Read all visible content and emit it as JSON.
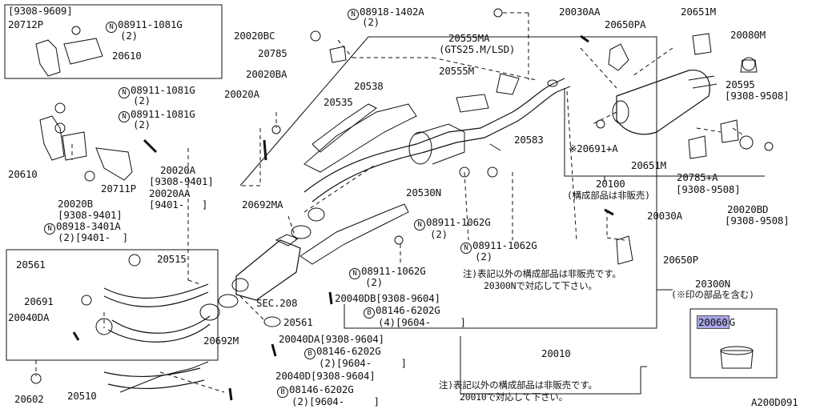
{
  "labels": {
    "l_9308_9609": "[9308-9609]",
    "l_20712P": "20712P",
    "l_08911_1081G_a": "08911-1081G",
    "l_2_a": "(2)",
    "l_20610_a": "20610",
    "l_08911_1081G_b": "08911-1081G",
    "l_2_b": "(2)",
    "l_08911_1081G_c": "08911-1081G",
    "l_2_c": "(2)",
    "l_20610_b": "20610",
    "l_20711P": "20711P",
    "l_20020B": "20020B",
    "l_9308_9401_a": "[9308-9401]",
    "l_08918_3401A": "08918-3401A",
    "l_2_9401": "(2)[9401-  ]",
    "l_20020A_a": "20020A",
    "l_20020A_b": "20020A",
    "l_9308_9401_b": "[9308-9401]",
    "l_20020AA": "20020AA",
    "l_9401_a": "[9401-   ]",
    "l_20020BC": "20020BC",
    "l_20785": "20785",
    "l_20020BA": "20020BA",
    "l_08918_1402A": "08918-1402A",
    "l_2_d": "(2)",
    "l_20538": "20538",
    "l_20535": "20535",
    "l_20555MA": "20555MA",
    "l_gts25": "(GTS25.M/LSD)",
    "l_20555M": "20555M",
    "l_20583": "20583",
    "l_20530N": "20530N",
    "l_08911_1062G_a": "08911-1062G",
    "l_2_e": "(2)",
    "l_08911_1062G_b": "08911-1062G",
    "l_2_f": "(2)",
    "l_08911_1062G_c": "08911-1062G",
    "l_2_g": "(2)",
    "l_20692MA": "20692MA",
    "l_20561_a": "20561",
    "l_20515": "20515",
    "l_20691": "20691",
    "l_20040DA": "20040DA",
    "l_sec208": "SEC.208",
    "l_20692M": "20692M",
    "l_20561_b": "20561",
    "l_20040DB": "20040DB[9308-9604]",
    "l_08146_6202G_a": "08146-6202G",
    "l_4_9604": "(4)[9604-     ]",
    "l_20040DA_b": "20040DA[9308-9604]",
    "l_08146_6202G_b": "08146-6202G",
    "l_2_9604_a": "(2)[9604-     ]",
    "l_20040D": "20040D[9308-9604]",
    "l_08146_6202G_c": "08146-6202G",
    "l_2_9604_b": "(2)[9604-     ]",
    "l_20010": "20010",
    "l_20602": "20602",
    "l_20510": "20510",
    "l_20030AA": "20030AA",
    "l_20650PA": "20650PA",
    "l_20651M_a": "20651M",
    "l_20080M": "20080M",
    "l_20595": "20595",
    "l_9308_9508_a": "[9308-9508]",
    "l_20691A": "※20691+A",
    "l_20651M_b": "20651M",
    "l_20785A": "20785+A",
    "l_9308_9508_b": "[9308-9508]",
    "l_20100": "20100",
    "l_20100_note": "(構成部品は非販売)",
    "l_20020BD": "20020BD",
    "l_9308_9508_c": "[9308-9508]",
    "l_20030A": "20030A",
    "l_20650P": "20650P",
    "l_note1a": "注)表記以外の構成部品は非販売です。",
    "l_note1b": "20300Nで対応して下さい。",
    "l_20300N": "20300N",
    "l_20300N_note": "(※印の部品を含む)",
    "l_note2a": "注)表記以外の構成部品は非販売です。",
    "l_note2b": "20010で対応して下さい。",
    "l_20060G_hl": "20060",
    "l_20060G_tail": "G",
    "l_code": "A200D091"
  },
  "circle_markers": {
    "N": "N",
    "B": "B"
  }
}
